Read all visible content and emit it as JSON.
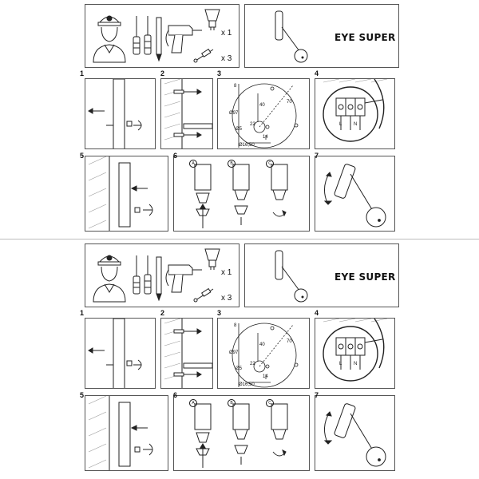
{
  "sheets": [
    {
      "brand": "EYE SUPER",
      "qty_screw": "x 1",
      "qty_plug": "x 3",
      "steps": [
        "1",
        "2",
        "3",
        "4",
        "5",
        "6",
        "7"
      ],
      "dims": [
        "8",
        "40",
        "70",
        "Ø97",
        "Ø5",
        "22",
        "Ø16,50",
        "14"
      ],
      "terminal_labels": [
        "L",
        "N"
      ],
      "variants": [
        "A",
        "B",
        "C"
      ]
    },
    {
      "brand": "EYE SUPER",
      "qty_screw": "x 1",
      "qty_plug": "x 3",
      "steps": [
        "1",
        "2",
        "3",
        "4",
        "5",
        "6",
        "7"
      ],
      "dims": [
        "8",
        "40",
        "70",
        "Ø97",
        "Ø5",
        "22",
        "Ø16,50",
        "14"
      ],
      "terminal_labels": [
        "L",
        "N"
      ],
      "variants": [
        "A",
        "B",
        "C"
      ]
    }
  ]
}
